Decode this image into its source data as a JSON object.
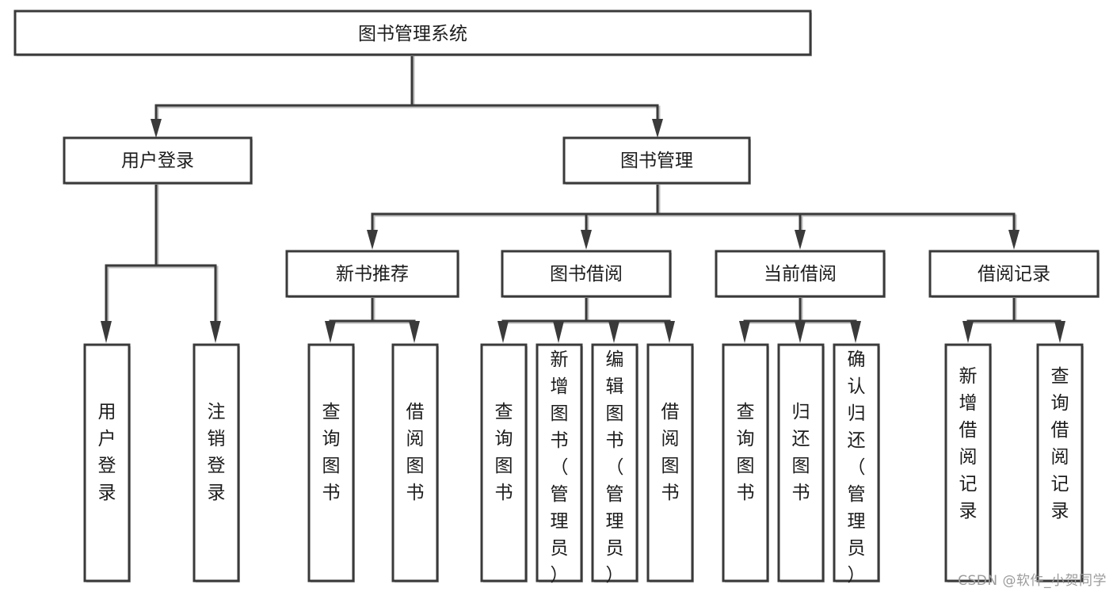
{
  "diagram": {
    "title": "图书管理系统",
    "type": "tree-hierarchy-chart",
    "orientation": "top-down",
    "colors": {
      "box_fill": "#ffffff",
      "box_stroke": "#3a3a3a",
      "connector": "#3a3a3a",
      "shadow": "#bdbdbd",
      "text": "#1c1c1c",
      "background": "#ffffff",
      "watermark": "#9b9b9b"
    },
    "levels": {
      "root": {
        "label": "图书管理系统"
      },
      "level2": [
        {
          "id": "user-login",
          "label": "用户登录"
        },
        {
          "id": "book-management",
          "label": "图书管理"
        }
      ],
      "level3": [
        {
          "id": "new-book-recommend",
          "label": "新书推荐",
          "parent": "book-management"
        },
        {
          "id": "book-borrow",
          "label": "图书借阅",
          "parent": "book-management"
        },
        {
          "id": "current-borrow",
          "label": "当前借阅",
          "parent": "book-management"
        },
        {
          "id": "borrow-record",
          "label": "借阅记录",
          "parent": "book-management"
        }
      ],
      "leaves": [
        {
          "id": "leaf-user-login",
          "label": "用户登录",
          "parent": "user-login"
        },
        {
          "id": "leaf-logout-login",
          "label": "注销登录",
          "parent": "user-login"
        },
        {
          "id": "leaf-query-book-1",
          "label": "查询图书",
          "parent": "new-book-recommend"
        },
        {
          "id": "leaf-borrow-book-1",
          "label": "借阅图书",
          "parent": "new-book-recommend"
        },
        {
          "id": "leaf-query-book-2",
          "label": "查询图书",
          "parent": "book-borrow"
        },
        {
          "id": "leaf-add-book",
          "label": "新增图书（管理员）",
          "parent": "book-borrow"
        },
        {
          "id": "leaf-edit-book",
          "label": "编辑图书（管理员）",
          "parent": "book-borrow"
        },
        {
          "id": "leaf-borrow-book-2",
          "label": "借阅图书",
          "parent": "book-borrow"
        },
        {
          "id": "leaf-query-book-3",
          "label": "查询图书",
          "parent": "current-borrow"
        },
        {
          "id": "leaf-return-book",
          "label": "归还图书",
          "parent": "current-borrow"
        },
        {
          "id": "leaf-confirm-return",
          "label": "确认归还（管理员）",
          "parent": "current-borrow"
        },
        {
          "id": "leaf-add-record",
          "label": "新增借阅记录",
          "parent": "borrow-record"
        },
        {
          "id": "leaf-query-record",
          "label": "查询借阅记录",
          "parent": "borrow-record"
        }
      ]
    }
  },
  "watermark": {
    "text": "CSDN @软件_小贺同学"
  }
}
